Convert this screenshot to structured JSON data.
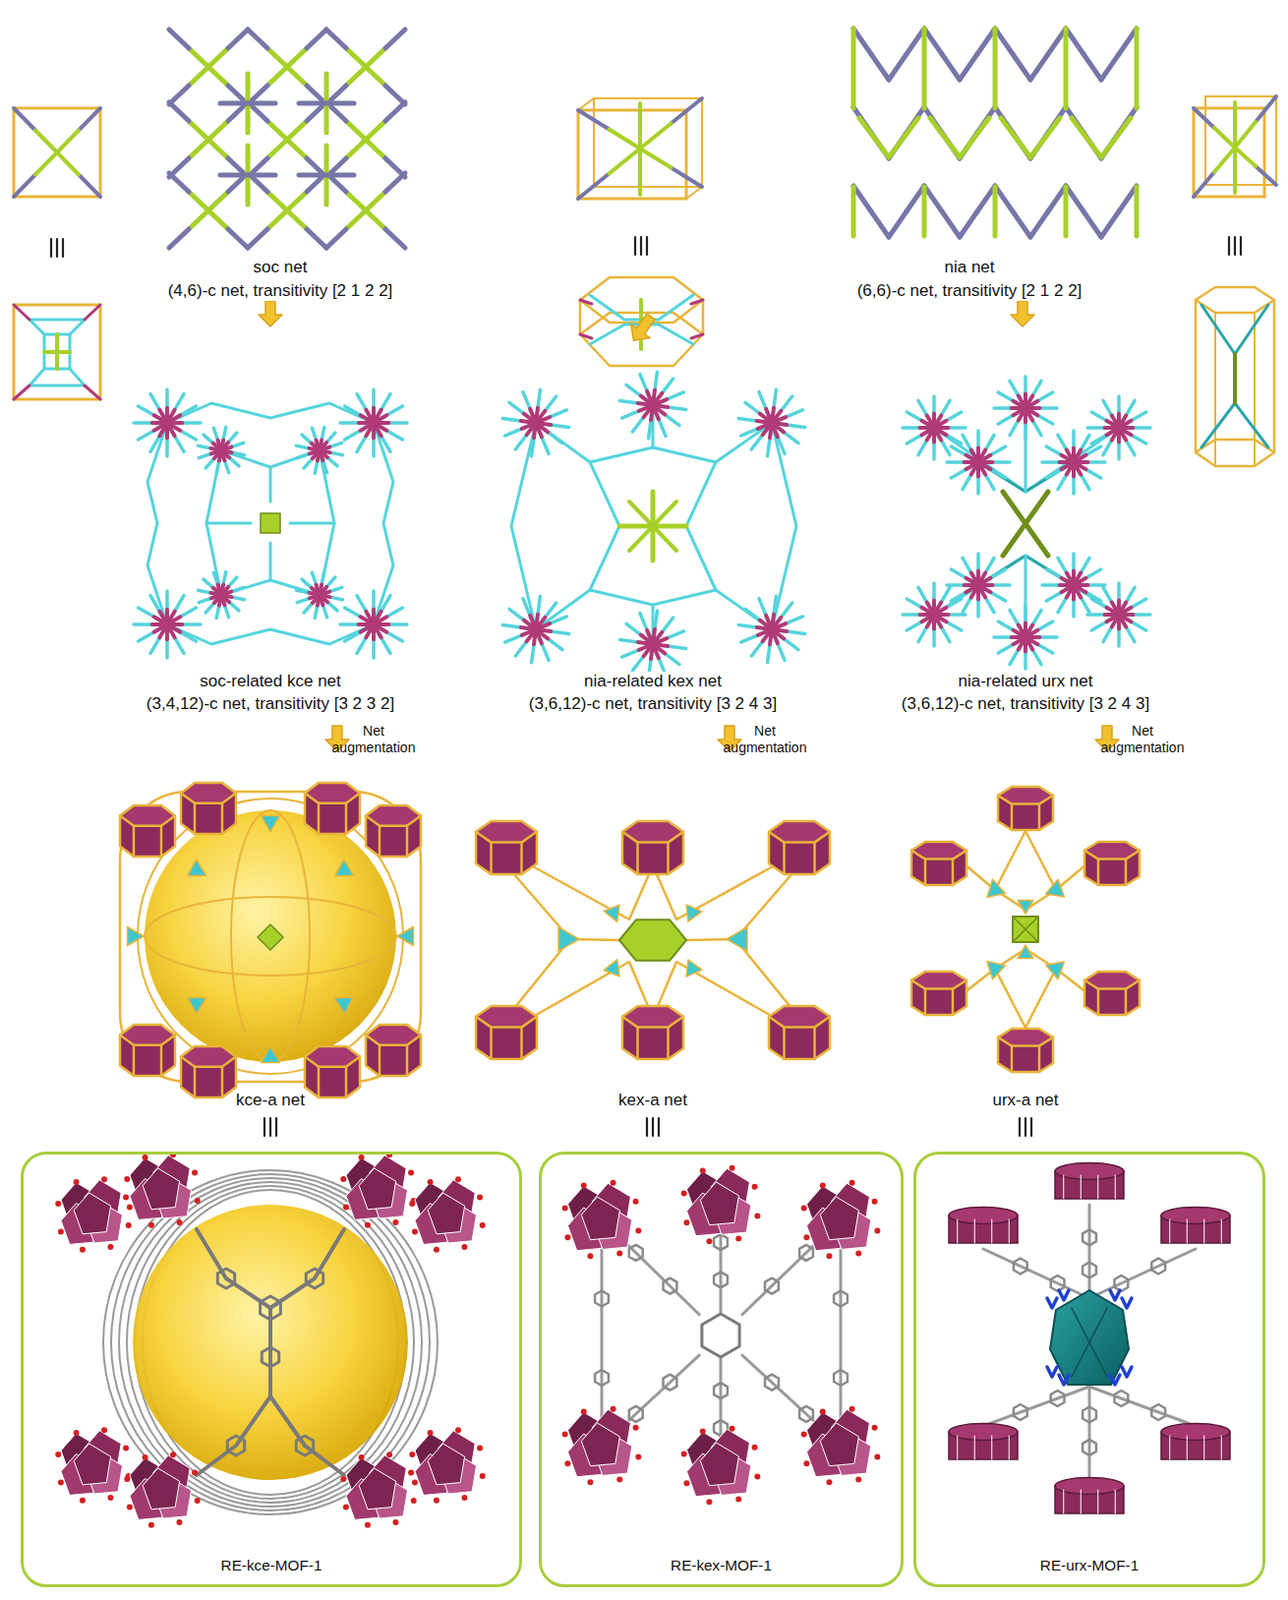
{
  "diagram": {
    "nodes": [
      {
        "text": [
          "RE-kce-MOF-1"
        ]
      },
      {
        "text": [
          "RE-kex-MOF-1"
        ]
      },
      {
        "text": [
          "RE-urx-MOF-1"
        ]
      }
    ],
    "labels": [
      "soc net",
      "(4,6)-c net, transitivity [2 1 2 2]",
      "nia net",
      "(6,6)-c net, transitivity [2 1 2 2]",
      "soc-related kce net",
      "(3,4,12)-c net, transitivity [3 2 3 2]",
      "nia-related kex net",
      "(3,6,12)-c net, transitivity [3 2 4 3]",
      "nia-related urx net",
      "(3,6,12)-c net, transitivity [3 2 4 3]",
      "Net augmentation",
      "Net augmentation",
      "Net augmentation",
      "kce-a net",
      "kex-a net",
      "urx-a net"
    ]
  }
}
